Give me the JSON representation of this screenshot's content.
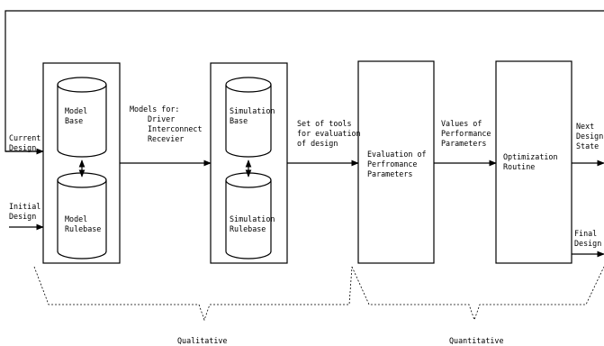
{
  "blocks": {
    "models": {
      "model_base": [
        "Model",
        "Base"
      ],
      "model_rulebase": [
        "Model",
        "Rulebase"
      ]
    },
    "simulation": {
      "simulation_base": [
        "Simulation",
        "Base"
      ],
      "simulation_rulebase": [
        "Simulation",
        "Rulebase"
      ]
    },
    "evaluation": [
      "Evaluation of",
      "Perfromance",
      "Parameters"
    ],
    "optimization": [
      "Optimization",
      "Routine"
    ]
  },
  "flows": {
    "current_design": [
      "Current",
      "Design"
    ],
    "initial_design": [
      "Initial",
      "Design"
    ],
    "models_for": [
      "Models for:",
      "Driver",
      "Interconnect",
      "Recevier"
    ],
    "tool_set": [
      "Set of tools",
      "for evaluation",
      "of design"
    ],
    "performance_values": [
      "Values of",
      "Performance",
      "Parameters"
    ],
    "next_state": [
      "Next",
      "Design",
      "State"
    ],
    "final_design": [
      "Final",
      "Design"
    ]
  },
  "groups": {
    "qualitative": "Qualitative",
    "quantitative": "Quantitative"
  }
}
